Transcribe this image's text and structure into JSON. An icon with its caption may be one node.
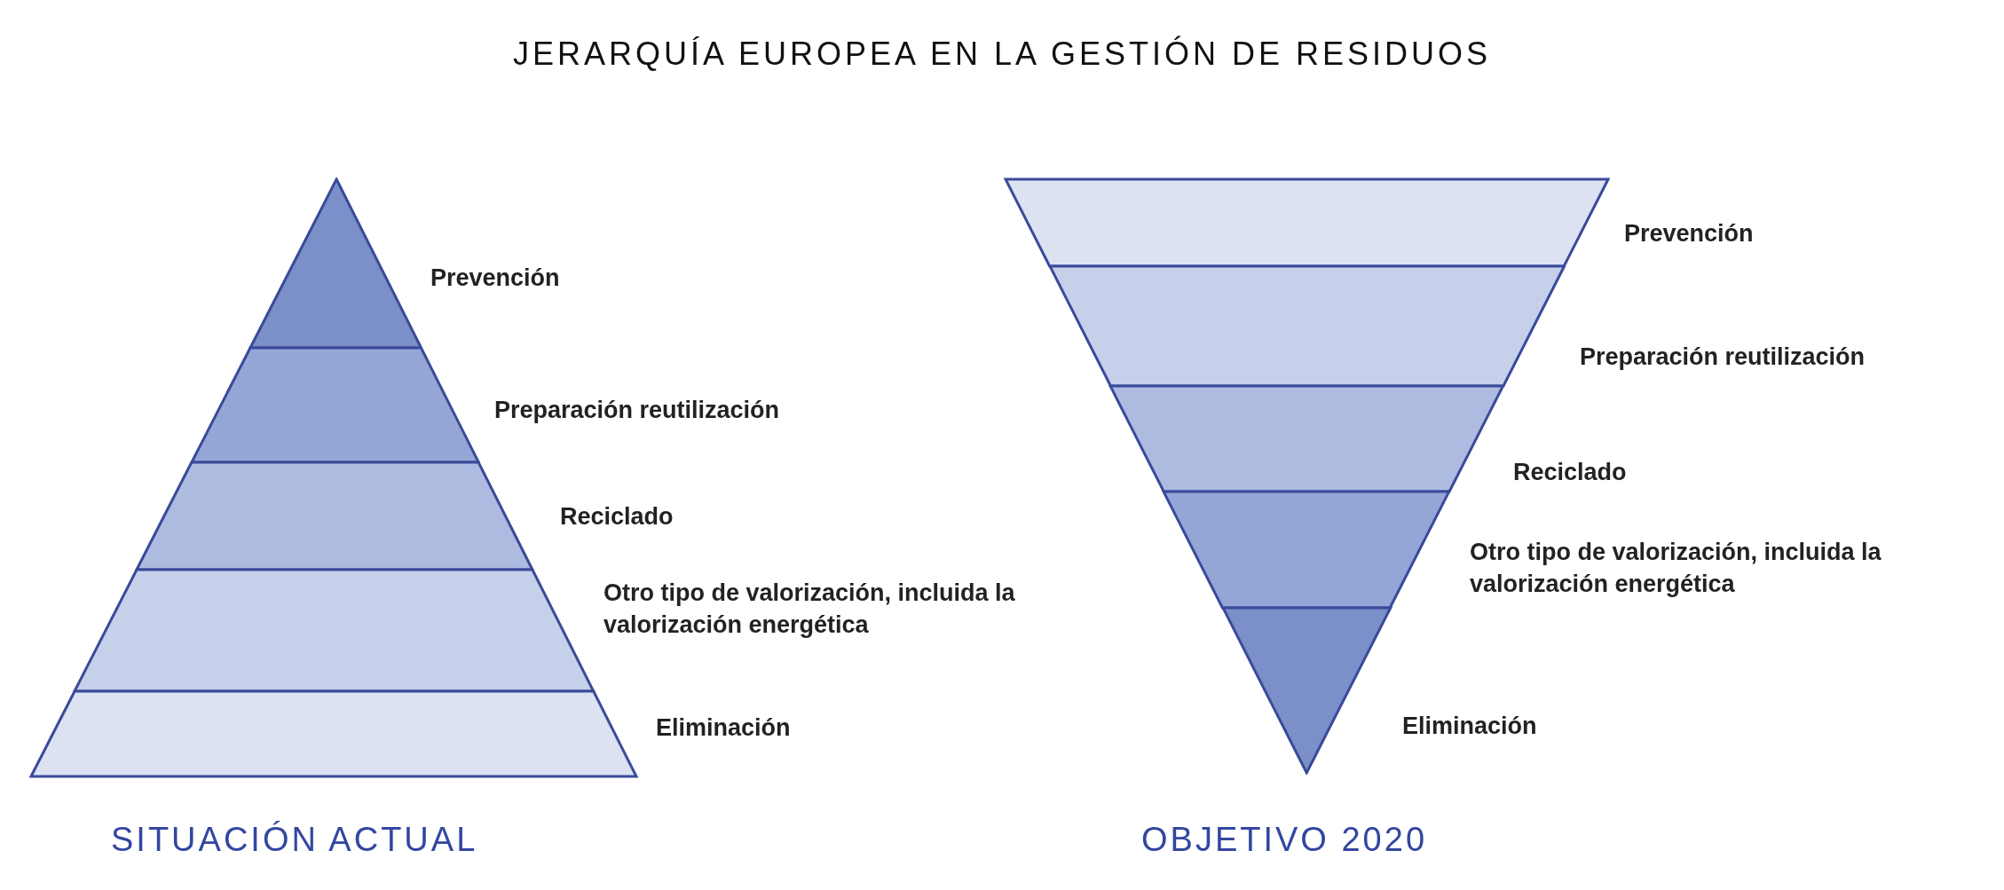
{
  "diagram": {
    "title": "JERARQUÍA EUROPEA EN LA GESTIÓN DE RESIDUOS",
    "nodes": [
      {
        "text": [
          "SITUACIÓN ACTUAL"
        ]
      },
      {
        "text": [
          "Prevención"
        ],
        "in": 0
      },
      {
        "text": [
          "Preparación reutilización"
        ],
        "in": 0
      },
      {
        "text": [
          "Reciclado"
        ],
        "in": 0
      },
      {
        "text": [
          "Otro tipo de valorización, incluida la valorización energética"
        ],
        "in": 0
      },
      {
        "text": [
          "Eliminación"
        ],
        "in": 0
      },
      {
        "text": [
          "OBJETIVO 2020"
        ]
      },
      {
        "text": [
          "Prevención"
        ],
        "in": 6
      },
      {
        "text": [
          "Preparación reutilización"
        ],
        "in": 6
      },
      {
        "text": [
          "Reciclado"
        ],
        "in": 6
      },
      {
        "text": [
          "Otro tipo de valorización, incluida la valorización energética"
        ],
        "in": 6
      },
      {
        "text": [
          "Eliminación"
        ],
        "in": 6
      }
    ],
    "edges": []
  }
}
